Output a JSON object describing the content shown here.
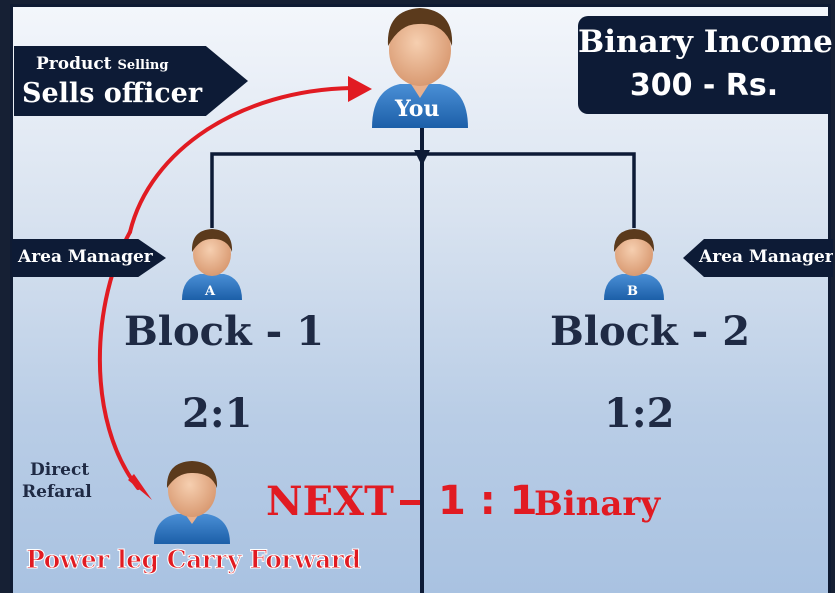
{
  "top_left_tag": {
    "line1_a": "Product",
    "line1_b": "Selling",
    "line2": "Sells officer"
  },
  "income_box": {
    "title": "Binary Income",
    "amount": "300 - Rs."
  },
  "you_node": {
    "label": "You"
  },
  "left_tag": "Area Manager",
  "right_tag": "Area Manager",
  "node_a": {
    "label": "A"
  },
  "node_b": {
    "label": "B"
  },
  "block1": {
    "title": "Block - 1",
    "ratio": "2:1"
  },
  "block2": {
    "title": "Block - 2",
    "ratio": "1:2"
  },
  "direct_referral": {
    "line1": "Direct",
    "line2": "Refaral"
  },
  "next_binary": {
    "a": "NEXT",
    "b": "1 : 1",
    "c": "Binary"
  },
  "carry_forward": "Power leg  Carry Forward",
  "colors": {
    "navy": "#0d1b36",
    "red": "#e11b22",
    "block_text": "#1f2a44"
  }
}
